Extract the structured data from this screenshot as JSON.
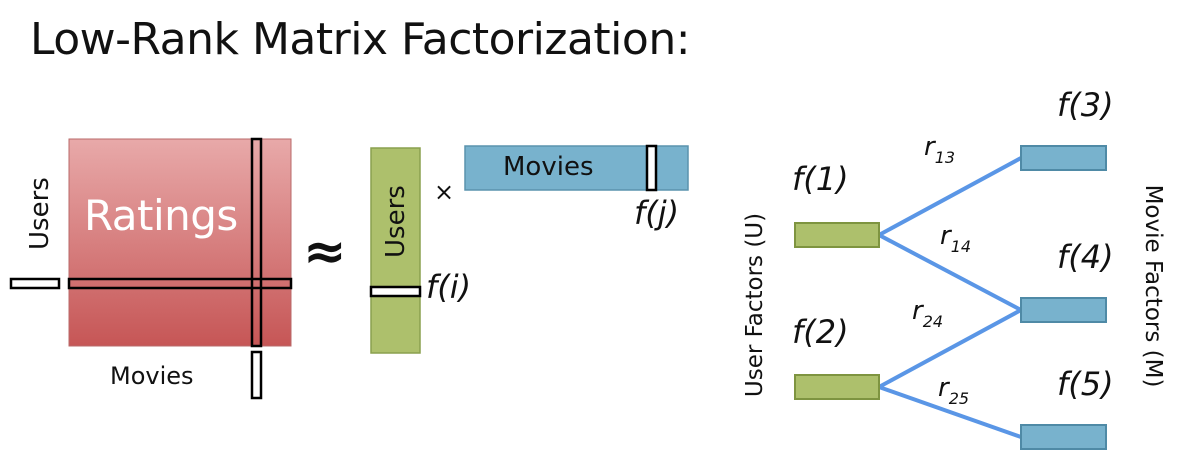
{
  "title": "Low-Rank Matrix Factorization:",
  "ratings_matrix": {
    "label": "Ratings",
    "row_label": "Users",
    "col_label": "Movies"
  },
  "approx_symbol": "≈",
  "times_symbol": "×",
  "user_factors": {
    "label": "Users",
    "row_label": "f(i)"
  },
  "movie_factors": {
    "label": "Movies",
    "col_label": "f(j)"
  },
  "graph": {
    "left_axis_label": "User Factors (U)",
    "right_axis_label": "Movie Factors (M)",
    "user_nodes": [
      {
        "label": "f(1)"
      },
      {
        "label": "f(2)"
      }
    ],
    "movie_nodes": [
      {
        "label": "f(3)"
      },
      {
        "label": "f(4)"
      },
      {
        "label": "f(5)"
      }
    ],
    "edges": [
      {
        "from": "f(1)",
        "to": "f(3)",
        "label_base": "r",
        "label_sub": "13"
      },
      {
        "from": "f(1)",
        "to": "f(4)",
        "label_base": "r",
        "label_sub": "14"
      },
      {
        "from": "f(2)",
        "to": "f(4)",
        "label_base": "r",
        "label_sub": "24"
      },
      {
        "from": "f(2)",
        "to": "f(5)",
        "label_base": "r",
        "label_sub": "25"
      }
    ]
  },
  "colors": {
    "ratings_top": "#e5a3a3",
    "ratings_bottom": "#c85a5a",
    "user_green": "#adc06c",
    "movie_blue": "#78b2cd",
    "edge_blue": "#5a96e6"
  }
}
